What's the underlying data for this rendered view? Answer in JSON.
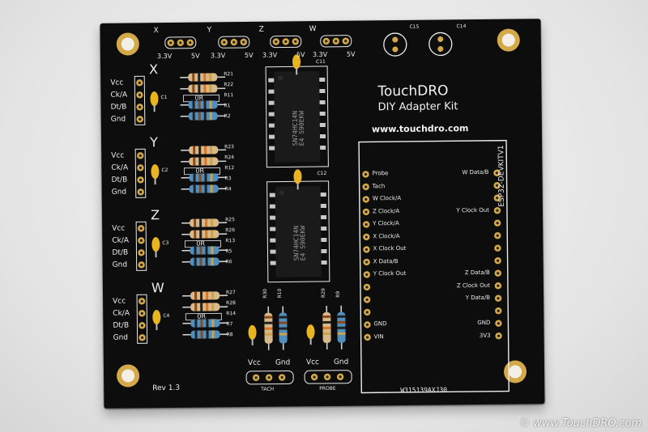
{
  "board": {
    "title": "TouchDRO",
    "subtitle": "DIY Adapter Kit",
    "url": "www.touchdro.com",
    "revision": "Rev 1.3",
    "serial": "W315139AXJ30",
    "module_label": "ESP32-DEVKITV1",
    "watermark": "© www.TouchDRO.com"
  },
  "top_headers": [
    {
      "axis": "X",
      "left": "3.3V",
      "right": "5V"
    },
    {
      "axis": "Y",
      "left": "3.3V",
      "right": "5V"
    },
    {
      "axis": "Z",
      "left": "3.3V",
      "right": "5V"
    },
    {
      "axis": "W",
      "left": "3.3V",
      "right": "5V"
    }
  ],
  "caps_top": {
    "c15": "C15",
    "c14": "C14",
    "c11": "C11",
    "c12": "C12"
  },
  "axis_groups": [
    {
      "axis": "X",
      "pins": [
        "Vcc",
        "Ck/A",
        "Dt/B",
        "Gnd"
      ],
      "cap": "C1",
      "resistors": [
        "R21",
        "R22",
        "R11",
        "R1",
        "R2"
      ],
      "zero_ohm": "0R"
    },
    {
      "axis": "Y",
      "pins": [
        "Vcc",
        "Ck/A",
        "Dt/B",
        "Gnd"
      ],
      "cap": "C2",
      "resistors": [
        "R23",
        "R24",
        "R12",
        "R3",
        "R4"
      ],
      "zero_ohm": "0R"
    },
    {
      "axis": "Z",
      "pins": [
        "Vcc",
        "Ck/A",
        "Dt/B",
        "Gnd"
      ],
      "cap": "C3",
      "resistors": [
        "R25",
        "R26",
        "R13",
        "R5",
        "R6"
      ],
      "zero_ohm": "0R"
    },
    {
      "axis": "W",
      "pins": [
        "Vcc",
        "Ck/A",
        "Dt/B",
        "Gnd"
      ],
      "cap": "C4",
      "resistors": [
        "R27",
        "R28",
        "R14",
        "R7",
        "R8"
      ],
      "zero_ohm": "0R"
    }
  ],
  "chips": [
    {
      "line1": "SN74HC14N",
      "line2": "E4 S90EKW"
    },
    {
      "line1": "SN74HC14N",
      "line2": "E4 S90EKW"
    }
  ],
  "esp_left_pins": [
    "Probe",
    "Tach",
    "W Clock/A",
    "Z Clock/A",
    "Y Clock/A",
    "X Clock/A",
    "X Clock Out",
    "X Data/B",
    "Y Clock Out",
    "",
    "",
    "",
    "GND",
    "VIN"
  ],
  "esp_right_pins": [
    "W Data/B",
    "",
    "",
    "Y Clock Out",
    "",
    "",
    "",
    "",
    "Z Data/B",
    "Z Clock Out",
    "Y Data/B",
    "",
    "GND",
    "3V3"
  ],
  "bottom_connectors": [
    {
      "name": "TACH",
      "pins": [
        "Vcc",
        "Gnd"
      ],
      "resistors": [
        "R30",
        "R10"
      ]
    },
    {
      "name": "PROBE",
      "pins": [
        "Vcc",
        "Gnd"
      ],
      "resistors": [
        "R29",
        "R9"
      ]
    }
  ],
  "colors": {
    "pcb": "#0d0d0d",
    "silkscreen": "#ececec",
    "gold_pad": "#d4a94a",
    "capacitor": "#e8b420",
    "resistor_beige": "#d8b98a",
    "resistor_blue": "#4f8fc0",
    "chip": "#1a1a1a"
  }
}
